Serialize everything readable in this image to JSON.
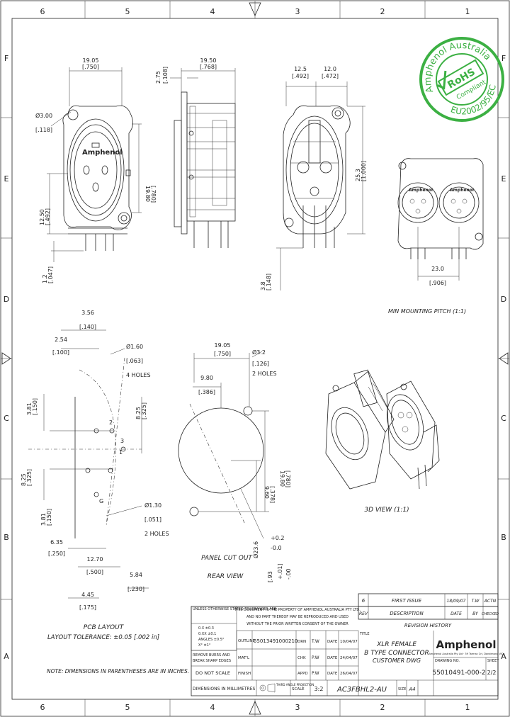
{
  "border": {
    "cols": [
      "6",
      "5",
      "4",
      "3",
      "2",
      "1"
    ],
    "rows": [
      "F",
      "E",
      "D",
      "C",
      "B",
      "A"
    ]
  },
  "rohs": {
    "arc_top": "Amphenol Australia",
    "center": "RoHS",
    "sub": "Compliant",
    "arc_bottom": "EU2002/95/EC"
  },
  "views": {
    "front": {
      "dims": [
        "19.05",
        "[.750]",
        "Ø3.00",
        "[.118]",
        "19.80",
        "[.780]",
        "12.50",
        "[.492]",
        "1.2",
        "[.047]"
      ],
      "brand": "Amphenol"
    },
    "side": {
      "dims": [
        "2.75",
        "[.108]",
        "19.50",
        "[.768]"
      ]
    },
    "rear": {
      "dims": [
        "12.5",
        "[.492]",
        "12.0",
        "[.472]",
        "25.3",
        "[1.000]",
        "3.8",
        "[.148]"
      ]
    },
    "pitch": {
      "dims": [
        "23.0",
        "[.906]"
      ],
      "label": "MIN MOUNTING PITCH (1:1)",
      "brands": [
        "Amphenol",
        "Amphenol"
      ]
    },
    "pcb": {
      "dims": [
        "3.56",
        "[.140]",
        "2.54",
        "[.100]",
        "3.81",
        "[.150]",
        "Ø1.60",
        "[.063]",
        "4 HOLES",
        "8.25",
        "[.325]",
        "8.25",
        "[.325]",
        "3.81",
        "[.150]",
        "Ø1.30",
        "[.051]",
        "2 HOLES",
        "6.35",
        "[.250]",
        "12.70",
        "[.500]",
        "5.84",
        "[.230]",
        "4.45",
        "[.175]"
      ],
      "pins": [
        "2",
        "3",
        "1",
        "G"
      ],
      "title": "PCB LAYOUT",
      "tolerance": "LAYOUT TOLERANCE: ±0.05 [.002 in]"
    },
    "panel": {
      "dims": [
        "19.05",
        "[.750]",
        "Ø3.2",
        "2 HOLES",
        "[.126]",
        "9.80",
        "[.386]",
        "19.80",
        "[.780]",
        "9.60",
        "[.378]"
      ],
      "cutout_dia": "Ø23.6",
      "tol_plus": "+0.2",
      "tol_minus": "-0.0",
      "bracket": [
        "[.93",
        "+.01]",
        "-.00"
      ],
      "title": "PANEL CUT OUT",
      "subtitle": "REAR VIEW"
    },
    "iso": {
      "label": "3D VIEW (1:1)"
    }
  },
  "note": "NOTE: DIMENSIONS IN PARENTHESES ARE IN INCHES.",
  "revision": {
    "rows": [
      {
        "rev": "6",
        "desc": "FIRST ISSUE",
        "date": "18/09/07",
        "by": "T.W",
        "app": "ACTN"
      },
      {
        "rev": "REV",
        "desc": "DESCRIPTION",
        "date": "DATE",
        "by": "BY",
        "app": "CHECKED"
      }
    ],
    "title": "REVISION HISTORY"
  },
  "titleblock": {
    "tol_title": "UNLESS OTHERWISE STATED TOLERANCES ARE:",
    "tolerances": [
      "0.X  ±0.3",
      "0.XX  ±0.1",
      "ANGLES  ±0.5°",
      "X°  ±1°"
    ],
    "left_notes": [
      "REMOVE BURRS AND",
      "BREAK SHARP EDGES"
    ],
    "copyright": [
      "THIS DOCUMENT IS THE PROPERTY OF AMPHENOL AUSTRALIA PTY LTD.",
      "AND NO PART THEREOF MAY BE REPRODUCED AND USED",
      "WITHOUT THE PRIOR WRITTEN CONSENT OF THE OWNER"
    ],
    "outline_label": "OUTLINE",
    "outline": "55013491000210",
    "material_label": "MAT'L",
    "finish_label": "FINISH",
    "drn_label": "DRN",
    "drn": "T.W",
    "drn_date_label": "DATE",
    "drn_date": "10/04/07",
    "chk_label": "CHK",
    "chk": "P.W",
    "chk_date_label": "DATE",
    "chk_date": "24/04/07",
    "apd_label": "APPD",
    "apd": "P.W",
    "apd_date_label": "DATE",
    "apd_date": "26/04/07",
    "do_not_scale": "DO NOT SCALE",
    "units": "DIMENSIONS IN MILLIMETRES",
    "projection": "THIRD ANGLE PROJECTION",
    "scale_label": "SCALE",
    "scale": "3:2",
    "title_label": "TITLE",
    "title_lines": [
      "XLR FEMALE",
      "B TYPE CONNECTOR",
      "CUSTOMER DWG"
    ],
    "part": "AC3FBHL2-AU",
    "size_label": "SIZE",
    "size": "A4",
    "company": "Amphenol",
    "company_sub": "Amphenol Australia Pty Ltd · 59 Tarmac Crt, Dandenong VIC",
    "dwg_no_label": "DRAWING NO.",
    "dwg_no": "55010491-000-2",
    "sheet_label": "SHEET",
    "sheet": "2/2"
  }
}
